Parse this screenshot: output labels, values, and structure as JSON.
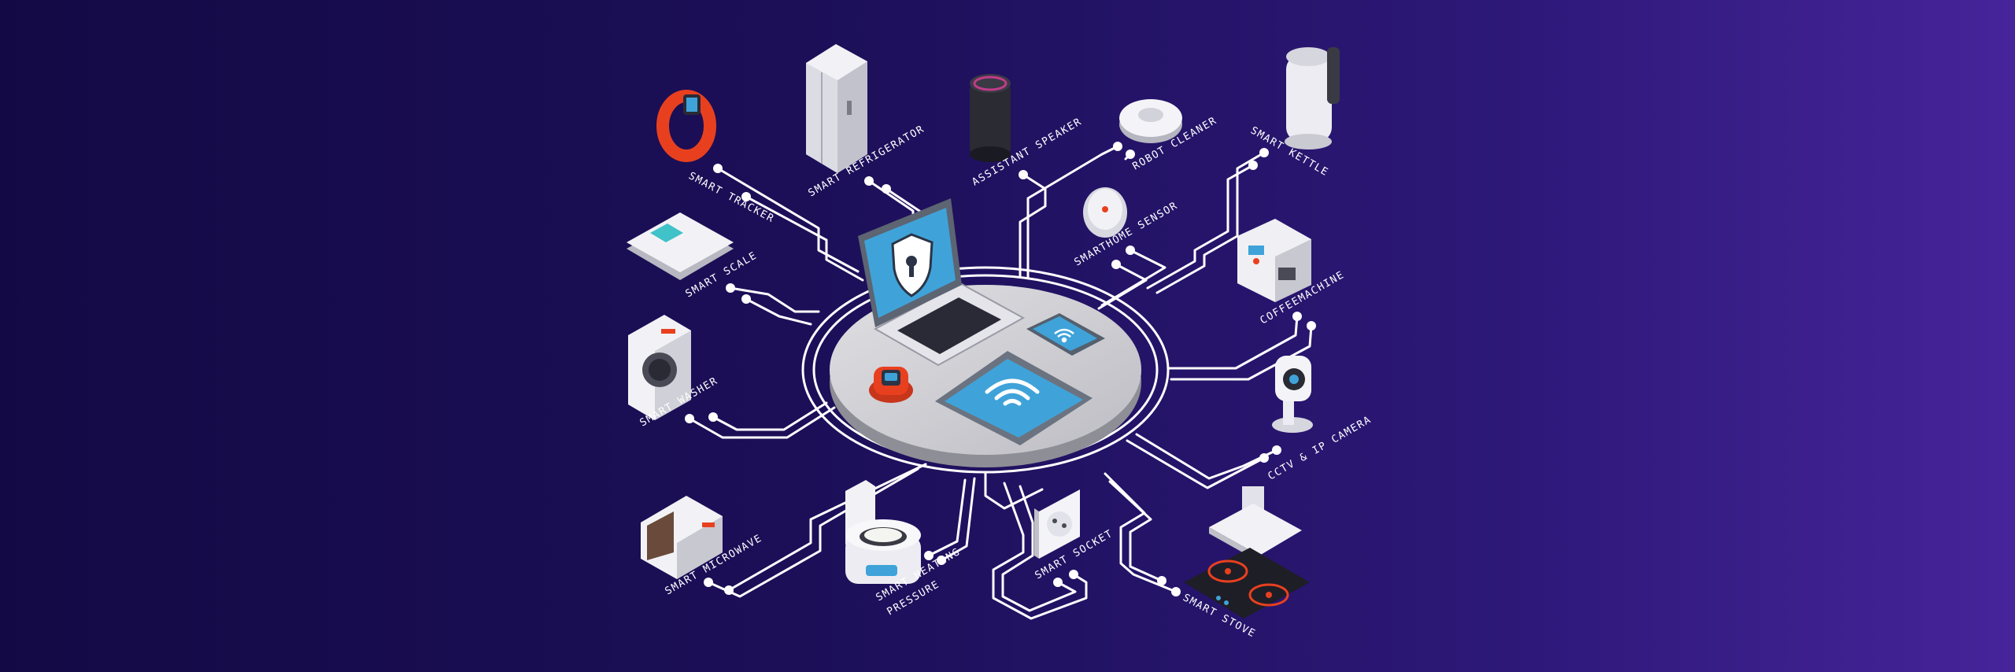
{
  "nodes": {
    "smart_tracker": "SMART TRACKER",
    "smart_refrigerator": "SMART REFRIGERATOR",
    "assistant_speaker": "ASSISTANT SPEAKER",
    "robot_cleaner": "ROBOT CLEANER",
    "smart_kettle": "SMART KETTLE",
    "smarthome_sensor": "SMARTHOME SENSOR",
    "smart_scale": "SMART SCALE",
    "coffeemachine": "COFFEEMACHINE",
    "smart_washer": "SMART WASHER",
    "cctv_camera": "CCTV & IP CAMERA",
    "smart_microwave": "SMART MICROWAVE",
    "smart_heating_line1": "SMART HEATING",
    "smart_heating_line2": "PRESSURE",
    "smart_socket": "SMART SOCKET",
    "smart_stove": "SMART STOVE"
  },
  "hub": {
    "center_devices": [
      "laptop",
      "tablet",
      "phone",
      "smartwatch"
    ],
    "laptop_screen_icon": "shield-lock-icon",
    "tablet_screen_icon": "wifi-icon",
    "phone_screen_icon": "wifi-icon"
  },
  "colors": {
    "background_left": "#130a45",
    "background_right": "#46249a",
    "screen_blue": "#3fa3d9",
    "accent_red": "#e8401f",
    "wire": "#ffffff",
    "platform": "#cfcfd4"
  }
}
